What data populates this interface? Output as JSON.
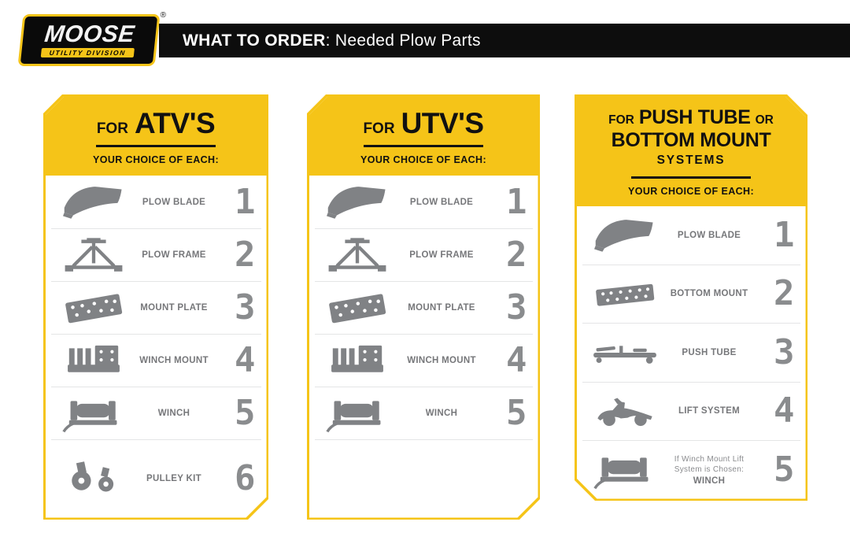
{
  "header": {
    "logo": {
      "brand": "MOOSE",
      "division": "UTILITY DIVISION",
      "registered": "®"
    },
    "title_bold": "WHAT TO ORDER",
    "title_regular": ": Needed Plow Parts"
  },
  "colors": {
    "brand_yellow": "#F5C418",
    "bar_black": "#0d0d0d",
    "icon_gray": "#808285",
    "number_gray": "#8A8C8E",
    "label_gray": "#76777A"
  },
  "cards": [
    {
      "for_label": "FOR",
      "title": "ATV'S",
      "subtitle": "YOUR CHOICE OF EACH:",
      "items": [
        {
          "icon": "plow-blade-icon",
          "label": "PLOW BLADE",
          "qty": "1"
        },
        {
          "icon": "plow-frame-icon",
          "label": "PLOW FRAME",
          "qty": "2"
        },
        {
          "icon": "mount-plate-icon",
          "label": "MOUNT PLATE",
          "qty": "3"
        },
        {
          "icon": "winch-mount-icon",
          "label": "WINCH MOUNT",
          "qty": "4"
        },
        {
          "icon": "winch-icon",
          "label": "WINCH",
          "qty": "5"
        },
        {
          "icon": "pulley-kit-icon",
          "label": "PULLEY KIT",
          "qty": "6"
        }
      ]
    },
    {
      "for_label": "FOR",
      "title": "UTV'S",
      "subtitle": "YOUR CHOICE OF EACH:",
      "items": [
        {
          "icon": "plow-blade-icon",
          "label": "PLOW BLADE",
          "qty": "1"
        },
        {
          "icon": "plow-frame-icon",
          "label": "PLOW FRAME",
          "qty": "2"
        },
        {
          "icon": "mount-plate-icon",
          "label": "MOUNT PLATE",
          "qty": "3"
        },
        {
          "icon": "winch-mount-icon",
          "label": "WINCH MOUNT",
          "qty": "4"
        },
        {
          "icon": "winch-icon",
          "label": "WINCH",
          "qty": "5"
        }
      ]
    },
    {
      "for_label": "FOR",
      "title_line1": "PUSH TUBE",
      "or_label": "OR",
      "title_line2": "BOTTOM MOUNT",
      "title_line3": "SYSTEMS",
      "subtitle": "YOUR CHOICE OF EACH:",
      "items": [
        {
          "icon": "plow-blade-icon",
          "label": "PLOW BLADE",
          "qty": "1"
        },
        {
          "icon": "bottom-mount-icon",
          "label": "BOTTOM MOUNT",
          "qty": "2"
        },
        {
          "icon": "push-tube-icon",
          "label": "PUSH TUBE",
          "qty": "3"
        },
        {
          "icon": "lift-system-icon",
          "label": "LIFT SYSTEM",
          "qty": "4"
        },
        {
          "icon": "winch-icon",
          "note_line1": "If Winch Mount Lift",
          "note_line2": "System is Chosen:",
          "label": "WINCH",
          "qty": "5"
        }
      ]
    }
  ]
}
